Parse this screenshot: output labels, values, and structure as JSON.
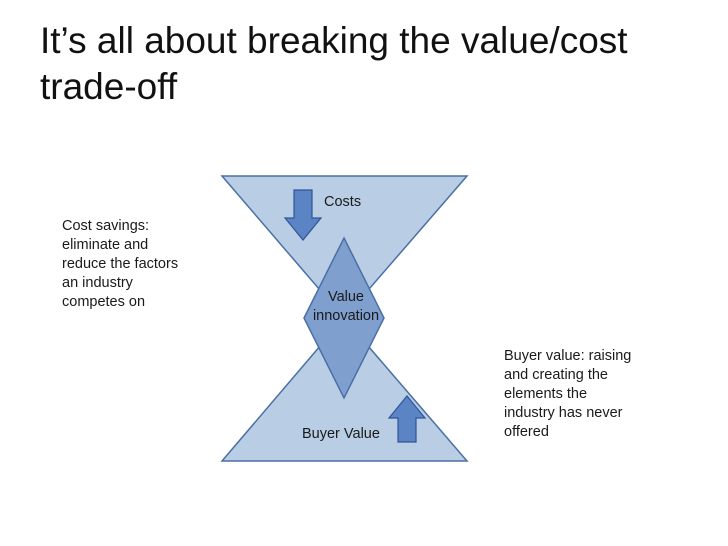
{
  "slide": {
    "title_lines": [
      "It’s all about breaking the value/cost",
      "trade-off"
    ]
  },
  "diagram": {
    "costs_label": "Costs",
    "value_innovation_lines": [
      "Value",
      "innovation"
    ],
    "buyer_value_label": "Buyer Value",
    "cost_savings_lines": [
      "Cost savings:",
      "eliminate and",
      "reduce the factors",
      "an industry",
      "competes on"
    ],
    "buyer_value_note_lines": [
      "Buyer value: raising",
      "and creating the",
      "elements the",
      "industry has never",
      "offered"
    ],
    "colors": {
      "triangle_fill": "#b9cde5",
      "triangle_stroke": "#4a6fa5",
      "diamond_fill": "#7f9fcf",
      "arrow_fill": "#5b84c4",
      "arrow_stroke": "#2f5597"
    },
    "icons": {
      "down_arrow": "down-arrow-icon",
      "up_arrow": "up-arrow-icon"
    }
  }
}
